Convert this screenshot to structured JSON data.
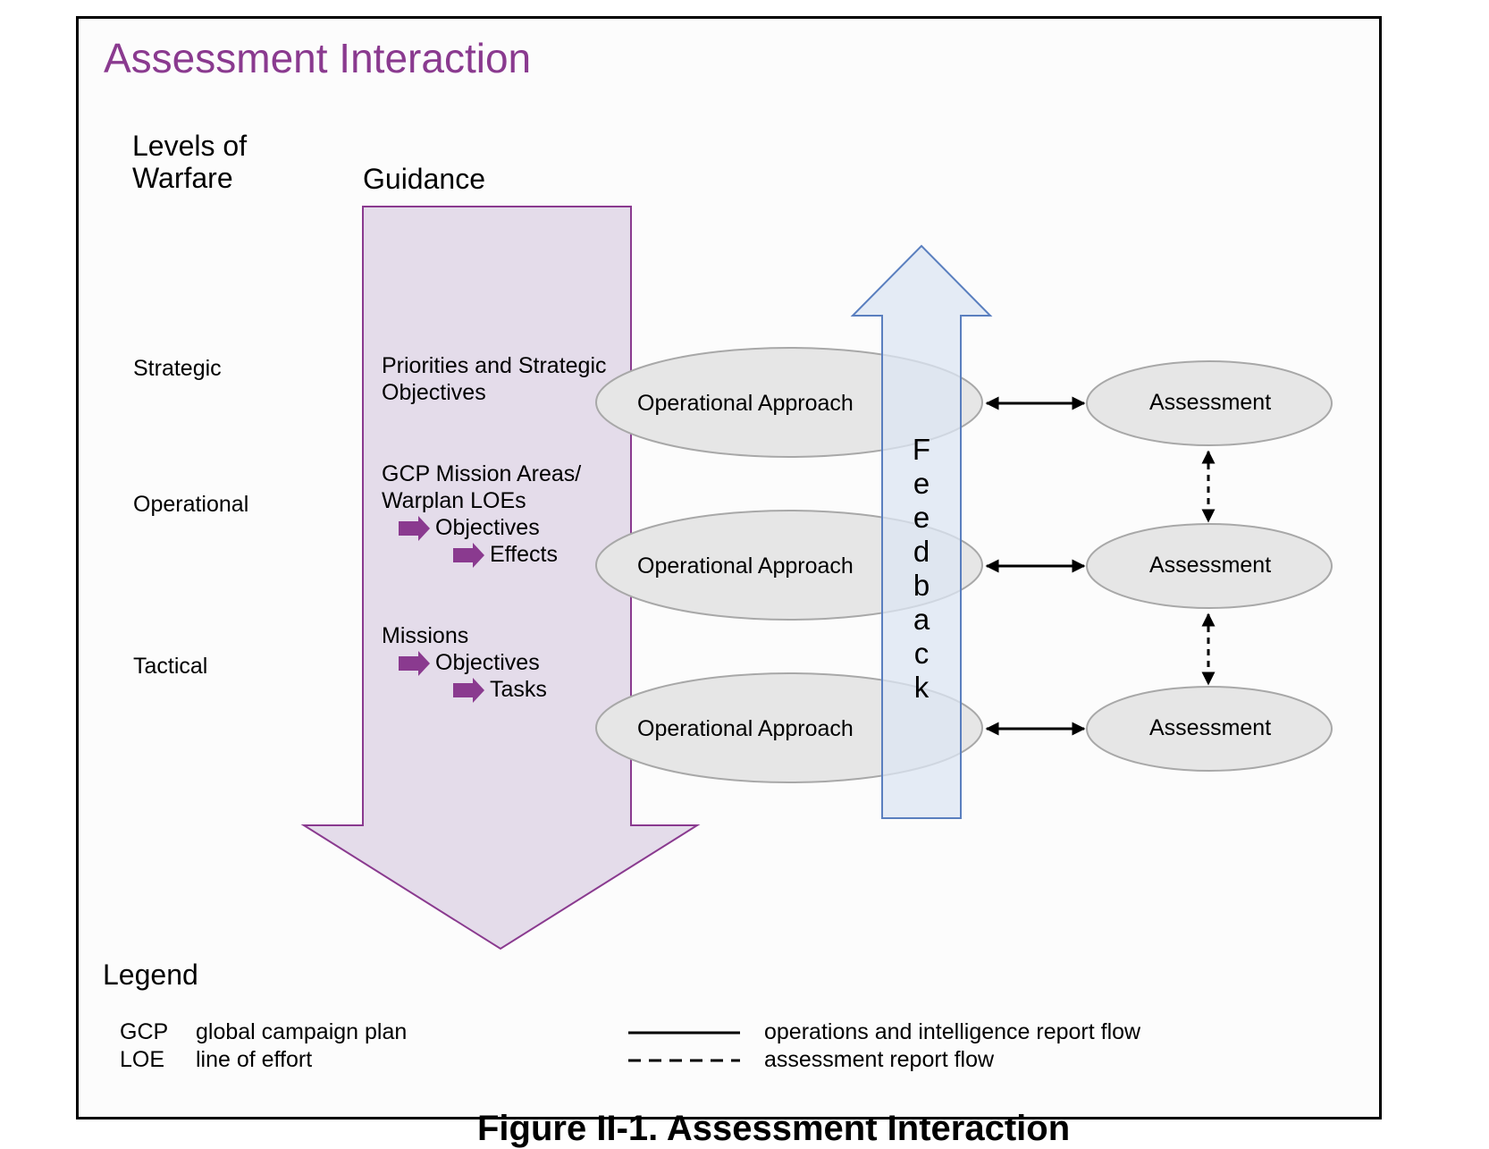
{
  "title": "Assessment Interaction",
  "headers": {
    "levels_of_warfare_line1": "Levels of",
    "levels_of_warfare_line2": "Warfare",
    "guidance": "Guidance"
  },
  "levels": {
    "strategic": "Strategic",
    "operational": "Operational",
    "tactical": "Tactical"
  },
  "guidance": {
    "strategic_line1": "Priorities and Strategic",
    "strategic_line2": "Objectives",
    "operational_line1": "GCP Mission Areas/",
    "operational_line2": "Warplan LOEs",
    "operational_objectives": "Objectives",
    "operational_effects": "Effects",
    "tactical_missions": "Missions",
    "tactical_objectives": "Objectives",
    "tactical_tasks": "Tasks"
  },
  "nodes": {
    "operational_approach": [
      "Operational Approach",
      "Operational Approach",
      "Operational Approach"
    ],
    "assessment": [
      "Assessment",
      "Assessment",
      "Assessment"
    ]
  },
  "feedback_letters": [
    "F",
    "e",
    "e",
    "d",
    "b",
    "a",
    "c",
    "k"
  ],
  "legend": {
    "title": "Legend",
    "abbreviations": [
      {
        "abbr": "GCP",
        "meaning": "global campaign plan"
      },
      {
        "abbr": "LOE",
        "meaning": "line of effort"
      }
    ],
    "lines": [
      {
        "style": "solid",
        "meaning": "operations and intelligence report flow"
      },
      {
        "style": "dashed",
        "meaning": "assessment report flow"
      }
    ]
  },
  "caption": "Figure II-1. Assessment Interaction",
  "colors": {
    "title": "#8a3a8f",
    "guidance_arrow_fill": "#e4dcea",
    "guidance_arrow_stroke": "#8a3a8f",
    "feedback_fill": "#dce5f3",
    "feedback_stroke": "#5a7fbf",
    "ellipse_fill": "#e6e6e6",
    "ellipse_stroke": "#a8a8a8",
    "small_arrow": "#8a3a8f"
  }
}
